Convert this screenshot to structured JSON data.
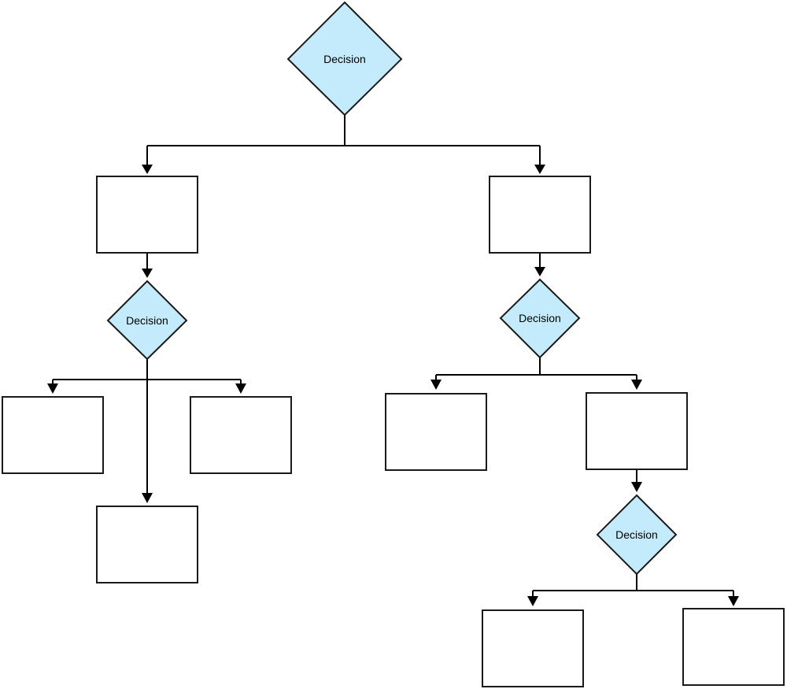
{
  "colors": {
    "decision_fill": "#c3ebfb",
    "stroke": "#1a1a1a",
    "background": "#ffffff"
  },
  "decisions": [
    {
      "label": "Decision"
    },
    {
      "label": "Decision"
    },
    {
      "label": "Decision"
    },
    {
      "label": "Decision"
    }
  ],
  "process_boxes": [
    {
      "label": ""
    },
    {
      "label": ""
    },
    {
      "label": ""
    },
    {
      "label": ""
    },
    {
      "label": ""
    },
    {
      "label": ""
    },
    {
      "label": ""
    },
    {
      "label": ""
    },
    {
      "label": ""
    }
  ]
}
